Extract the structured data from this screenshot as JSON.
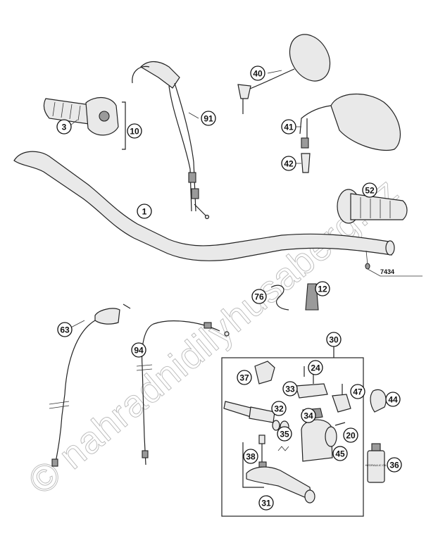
{
  "diagram": {
    "callouts": [
      {
        "id": "c1",
        "label": "1"
      },
      {
        "id": "c3",
        "label": "3"
      },
      {
        "id": "c10",
        "label": "10"
      },
      {
        "id": "c12",
        "label": "12"
      },
      {
        "id": "c20",
        "label": "20"
      },
      {
        "id": "c24",
        "label": "24"
      },
      {
        "id": "c30",
        "label": "30"
      },
      {
        "id": "c31",
        "label": "31"
      },
      {
        "id": "c32",
        "label": "32"
      },
      {
        "id": "c33",
        "label": "33"
      },
      {
        "id": "c34",
        "label": "34"
      },
      {
        "id": "c35",
        "label": "35"
      },
      {
        "id": "c36",
        "label": "36"
      },
      {
        "id": "c37",
        "label": "37"
      },
      {
        "id": "c38",
        "label": "38"
      },
      {
        "id": "c40",
        "label": "40"
      },
      {
        "id": "c41",
        "label": "41"
      },
      {
        "id": "c42",
        "label": "42"
      },
      {
        "id": "c44",
        "label": "44"
      },
      {
        "id": "c45",
        "label": "45"
      },
      {
        "id": "c47",
        "label": "47"
      },
      {
        "id": "c52",
        "label": "52"
      },
      {
        "id": "c63",
        "label": "63"
      },
      {
        "id": "c76",
        "label": "76"
      },
      {
        "id": "c91",
        "label": "91"
      },
      {
        "id": "c94",
        "label": "94"
      }
    ],
    "reference_code": "7434",
    "watermark": "© nahradnidilyhusaberg.cz",
    "bottle_label": "HYDRAULIC OIL"
  }
}
